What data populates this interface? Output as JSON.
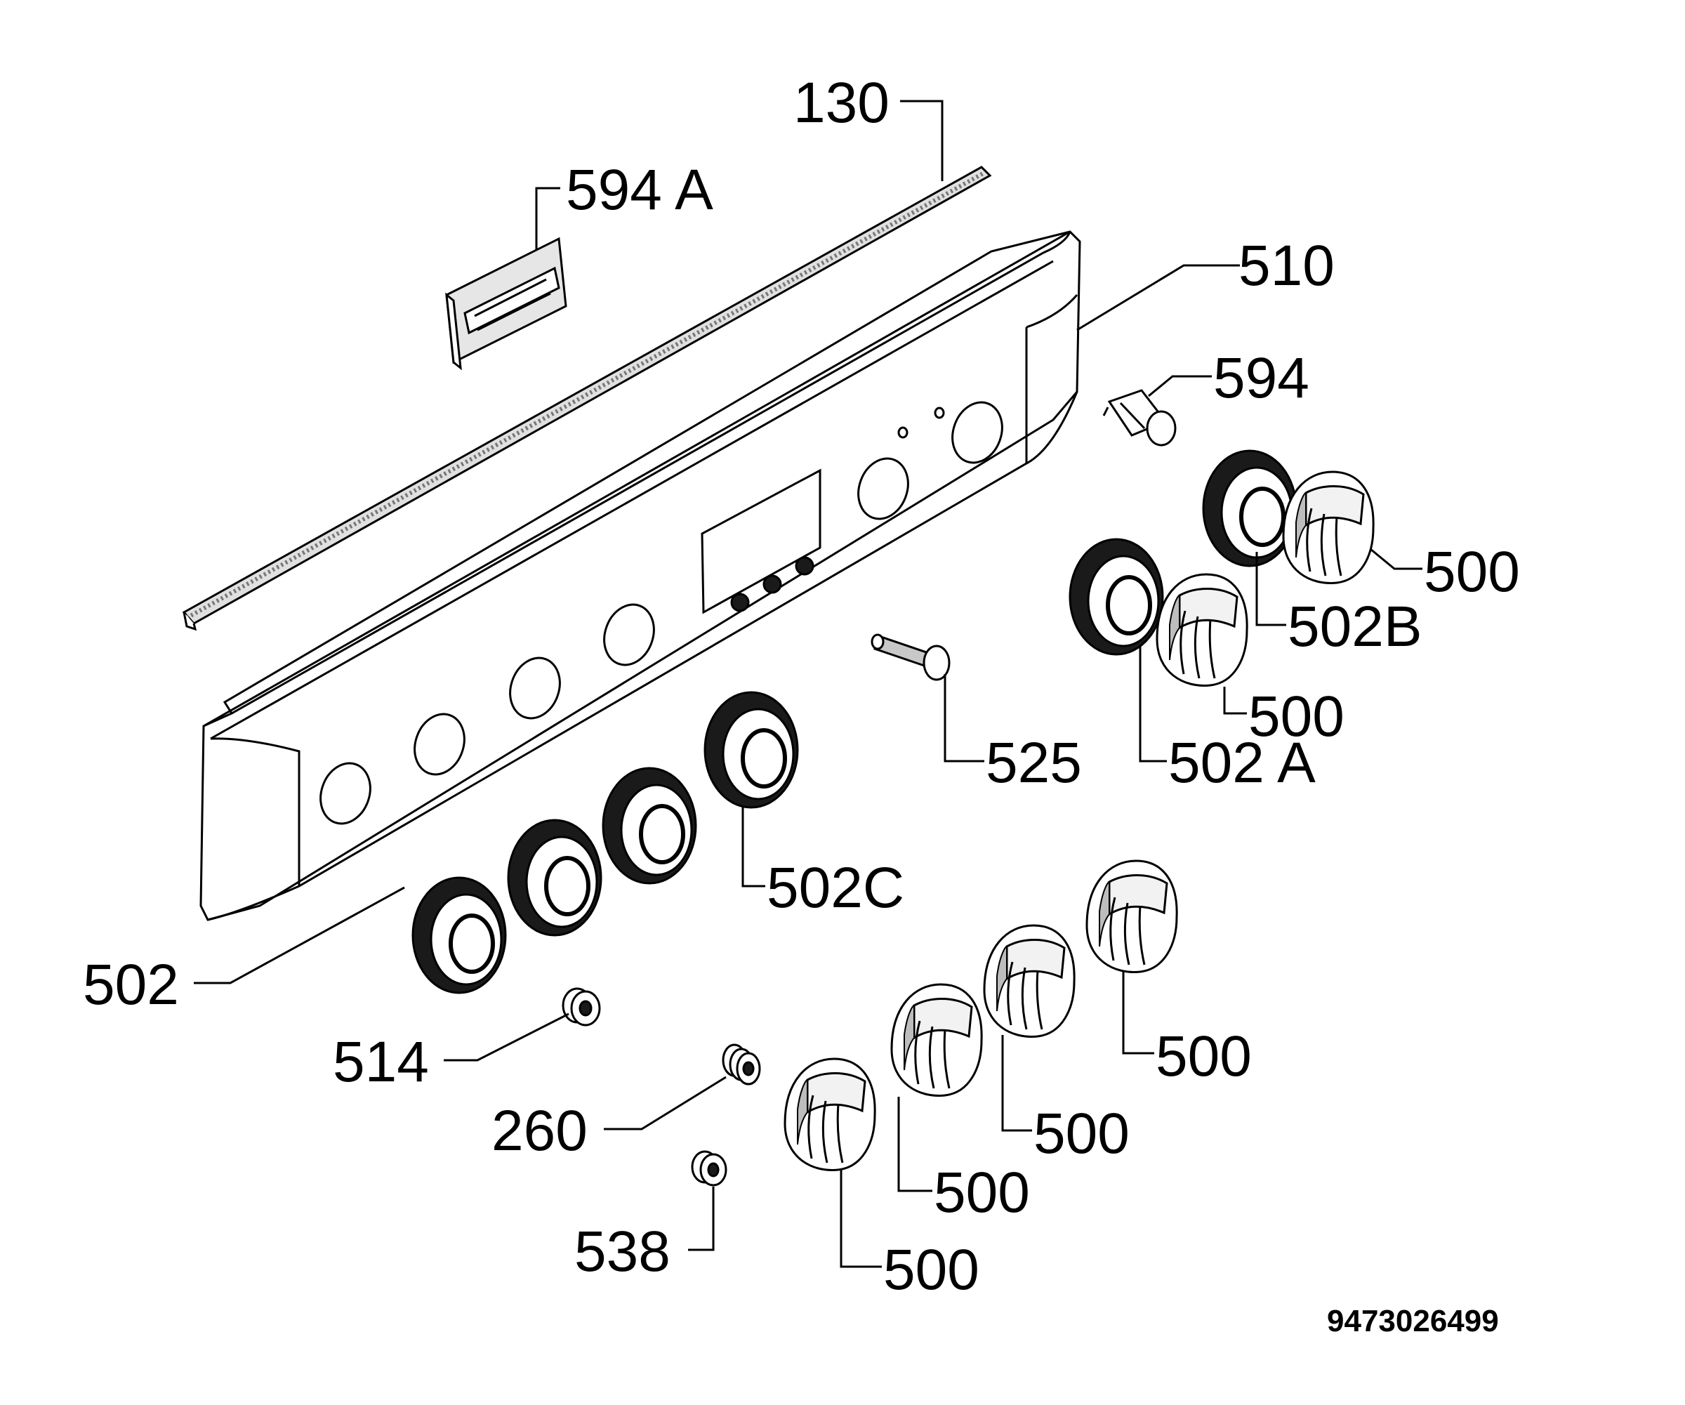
{
  "document_number": "9473026499",
  "callouts": [
    {
      "id": "trim-strip",
      "label": "130"
    },
    {
      "id": "bracket",
      "label": "594 A"
    },
    {
      "id": "control-panel",
      "label": "510"
    },
    {
      "id": "lamp",
      "label": "594"
    },
    {
      "id": "knob-right-top",
      "label": "500"
    },
    {
      "id": "bezel-right-top",
      "label": "502B"
    },
    {
      "id": "knob-right-mid",
      "label": "500"
    },
    {
      "id": "bezel-right-mid",
      "label": "502 A"
    },
    {
      "id": "screw",
      "label": "525"
    },
    {
      "id": "bezel-center",
      "label": "502C"
    },
    {
      "id": "bezels-left",
      "label": "502"
    },
    {
      "id": "spacer",
      "label": "514"
    },
    {
      "id": "spring",
      "label": "260"
    },
    {
      "id": "bushing",
      "label": "538"
    },
    {
      "id": "knob-bottom-4",
      "label": "500"
    },
    {
      "id": "knob-bottom-3",
      "label": "500"
    },
    {
      "id": "knob-bottom-2",
      "label": "500"
    },
    {
      "id": "knob-bottom-1",
      "label": "500"
    }
  ]
}
